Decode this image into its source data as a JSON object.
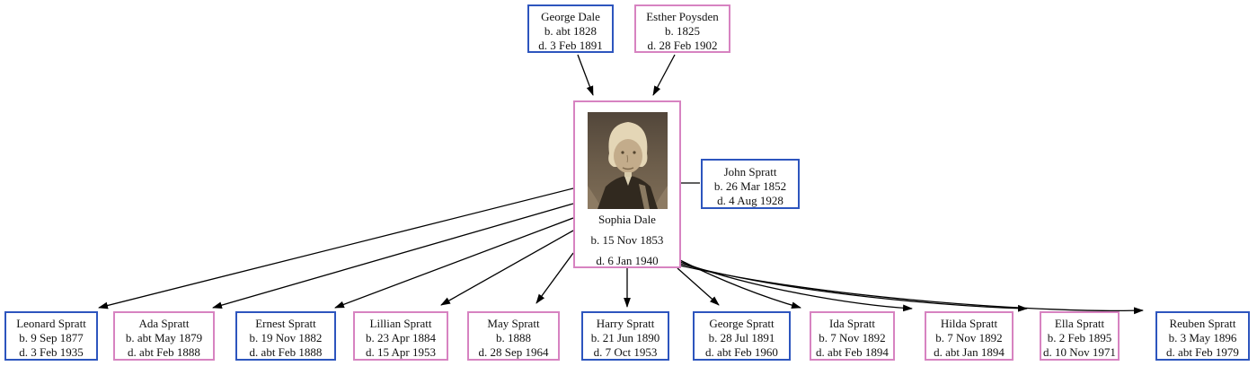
{
  "title": "Family tree chart for Sophia Dale",
  "colors": {
    "male_border": "#2d55be",
    "female_border": "#d783c1",
    "edge": "#000000",
    "background": "#ffffff"
  },
  "nodes": {
    "george_dale": {
      "name": "George Dale",
      "birth": "b. abt 1828",
      "death": "d. 3 Feb 1891",
      "gender": "male"
    },
    "esther_poysden": {
      "name": "Esther Poysden",
      "birth": "b. 1825",
      "death": "d. 28 Feb 1902",
      "gender": "female"
    },
    "sophia_dale": {
      "name": "Sophia Dale",
      "birth": "b. 15 Nov 1853",
      "death": "d. 6 Jan 1940",
      "gender": "female",
      "photo_description": "sepia portrait photograph of Sophia Dale as an elderly woman"
    },
    "john_spratt": {
      "name": "John Spratt",
      "birth": "b. 26 Mar 1852",
      "death": "d. 4 Aug 1928",
      "gender": "male"
    },
    "leonard": {
      "name": "Leonard Spratt",
      "birth": "b. 9 Sep 1877",
      "death": "d. 3 Feb 1935",
      "gender": "male"
    },
    "ada": {
      "name": "Ada Spratt",
      "birth": "b. abt May 1879",
      "death": "d. abt Feb 1888",
      "gender": "female"
    },
    "ernest": {
      "name": "Ernest Spratt",
      "birth": "b. 19 Nov 1882",
      "death": "d. abt Feb 1888",
      "gender": "male"
    },
    "lillian": {
      "name": "Lillian Spratt",
      "birth": "b. 23 Apr 1884",
      "death": "d. 15 Apr 1953",
      "gender": "female"
    },
    "may": {
      "name": "May Spratt",
      "birth": "b. 1888",
      "death": "d. 28 Sep 1964",
      "gender": "female"
    },
    "harry": {
      "name": "Harry Spratt",
      "birth": "b. 21 Jun 1890",
      "death": "d. 7 Oct 1953",
      "gender": "male"
    },
    "george": {
      "name": "George Spratt",
      "birth": "b. 28 Jul 1891",
      "death": "d. abt Feb 1960",
      "gender": "male"
    },
    "ida": {
      "name": "Ida Spratt",
      "birth": "b. 7 Nov 1892",
      "death": "d. abt Feb 1894",
      "gender": "female"
    },
    "hilda": {
      "name": "Hilda Spratt",
      "birth": "b. 7 Nov 1892",
      "death": "d. abt Jan 1894",
      "gender": "female"
    },
    "ella": {
      "name": "Ella Spratt",
      "birth": "b. 2 Feb 1895",
      "death": "d. 10 Nov 1971",
      "gender": "female"
    },
    "reuben": {
      "name": "Reuben Spratt",
      "birth": "b. 3 May 1896",
      "death": "d. abt Feb 1979",
      "gender": "male"
    }
  },
  "relationships": {
    "parents_of_sophia": [
      "george_dale",
      "esther_poysden"
    ],
    "spouse_of_sophia": "john_spratt",
    "children_of_sophia_and_john": [
      "leonard",
      "ada",
      "ernest",
      "lillian",
      "may",
      "harry",
      "george",
      "ida",
      "hilda",
      "ella",
      "reuben"
    ]
  }
}
